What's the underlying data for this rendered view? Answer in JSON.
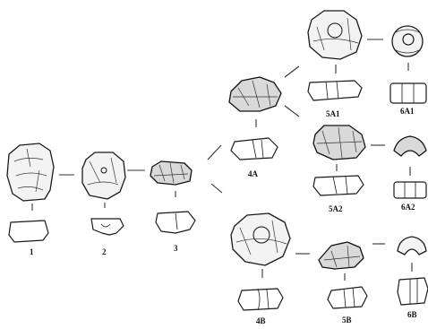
{
  "stages": [
    {
      "id": "1",
      "label": "1"
    },
    {
      "id": "2",
      "label": "2"
    },
    {
      "id": "3",
      "label": "3"
    },
    {
      "id": "4A",
      "label": "4A"
    },
    {
      "id": "4B",
      "label": "4B"
    },
    {
      "id": "5A1",
      "label": "5A1"
    },
    {
      "id": "5A2",
      "label": "5A2"
    },
    {
      "id": "5B",
      "label": "5B"
    },
    {
      "id": "6A1",
      "label": "6A1"
    },
    {
      "id": "6A2",
      "label": "6A2"
    },
    {
      "id": "6B",
      "label": "6B"
    }
  ],
  "connections": [
    [
      "1",
      "2"
    ],
    [
      "2",
      "3"
    ],
    [
      "3",
      "4A"
    ],
    [
      "3",
      "4B"
    ],
    [
      "4A",
      "5A1"
    ],
    [
      "4A",
      "5A2"
    ],
    [
      "5A1",
      "6A1"
    ],
    [
      "5A2",
      "6A2"
    ],
    [
      "4B",
      "5B"
    ],
    [
      "5B",
      "6B"
    ]
  ]
}
